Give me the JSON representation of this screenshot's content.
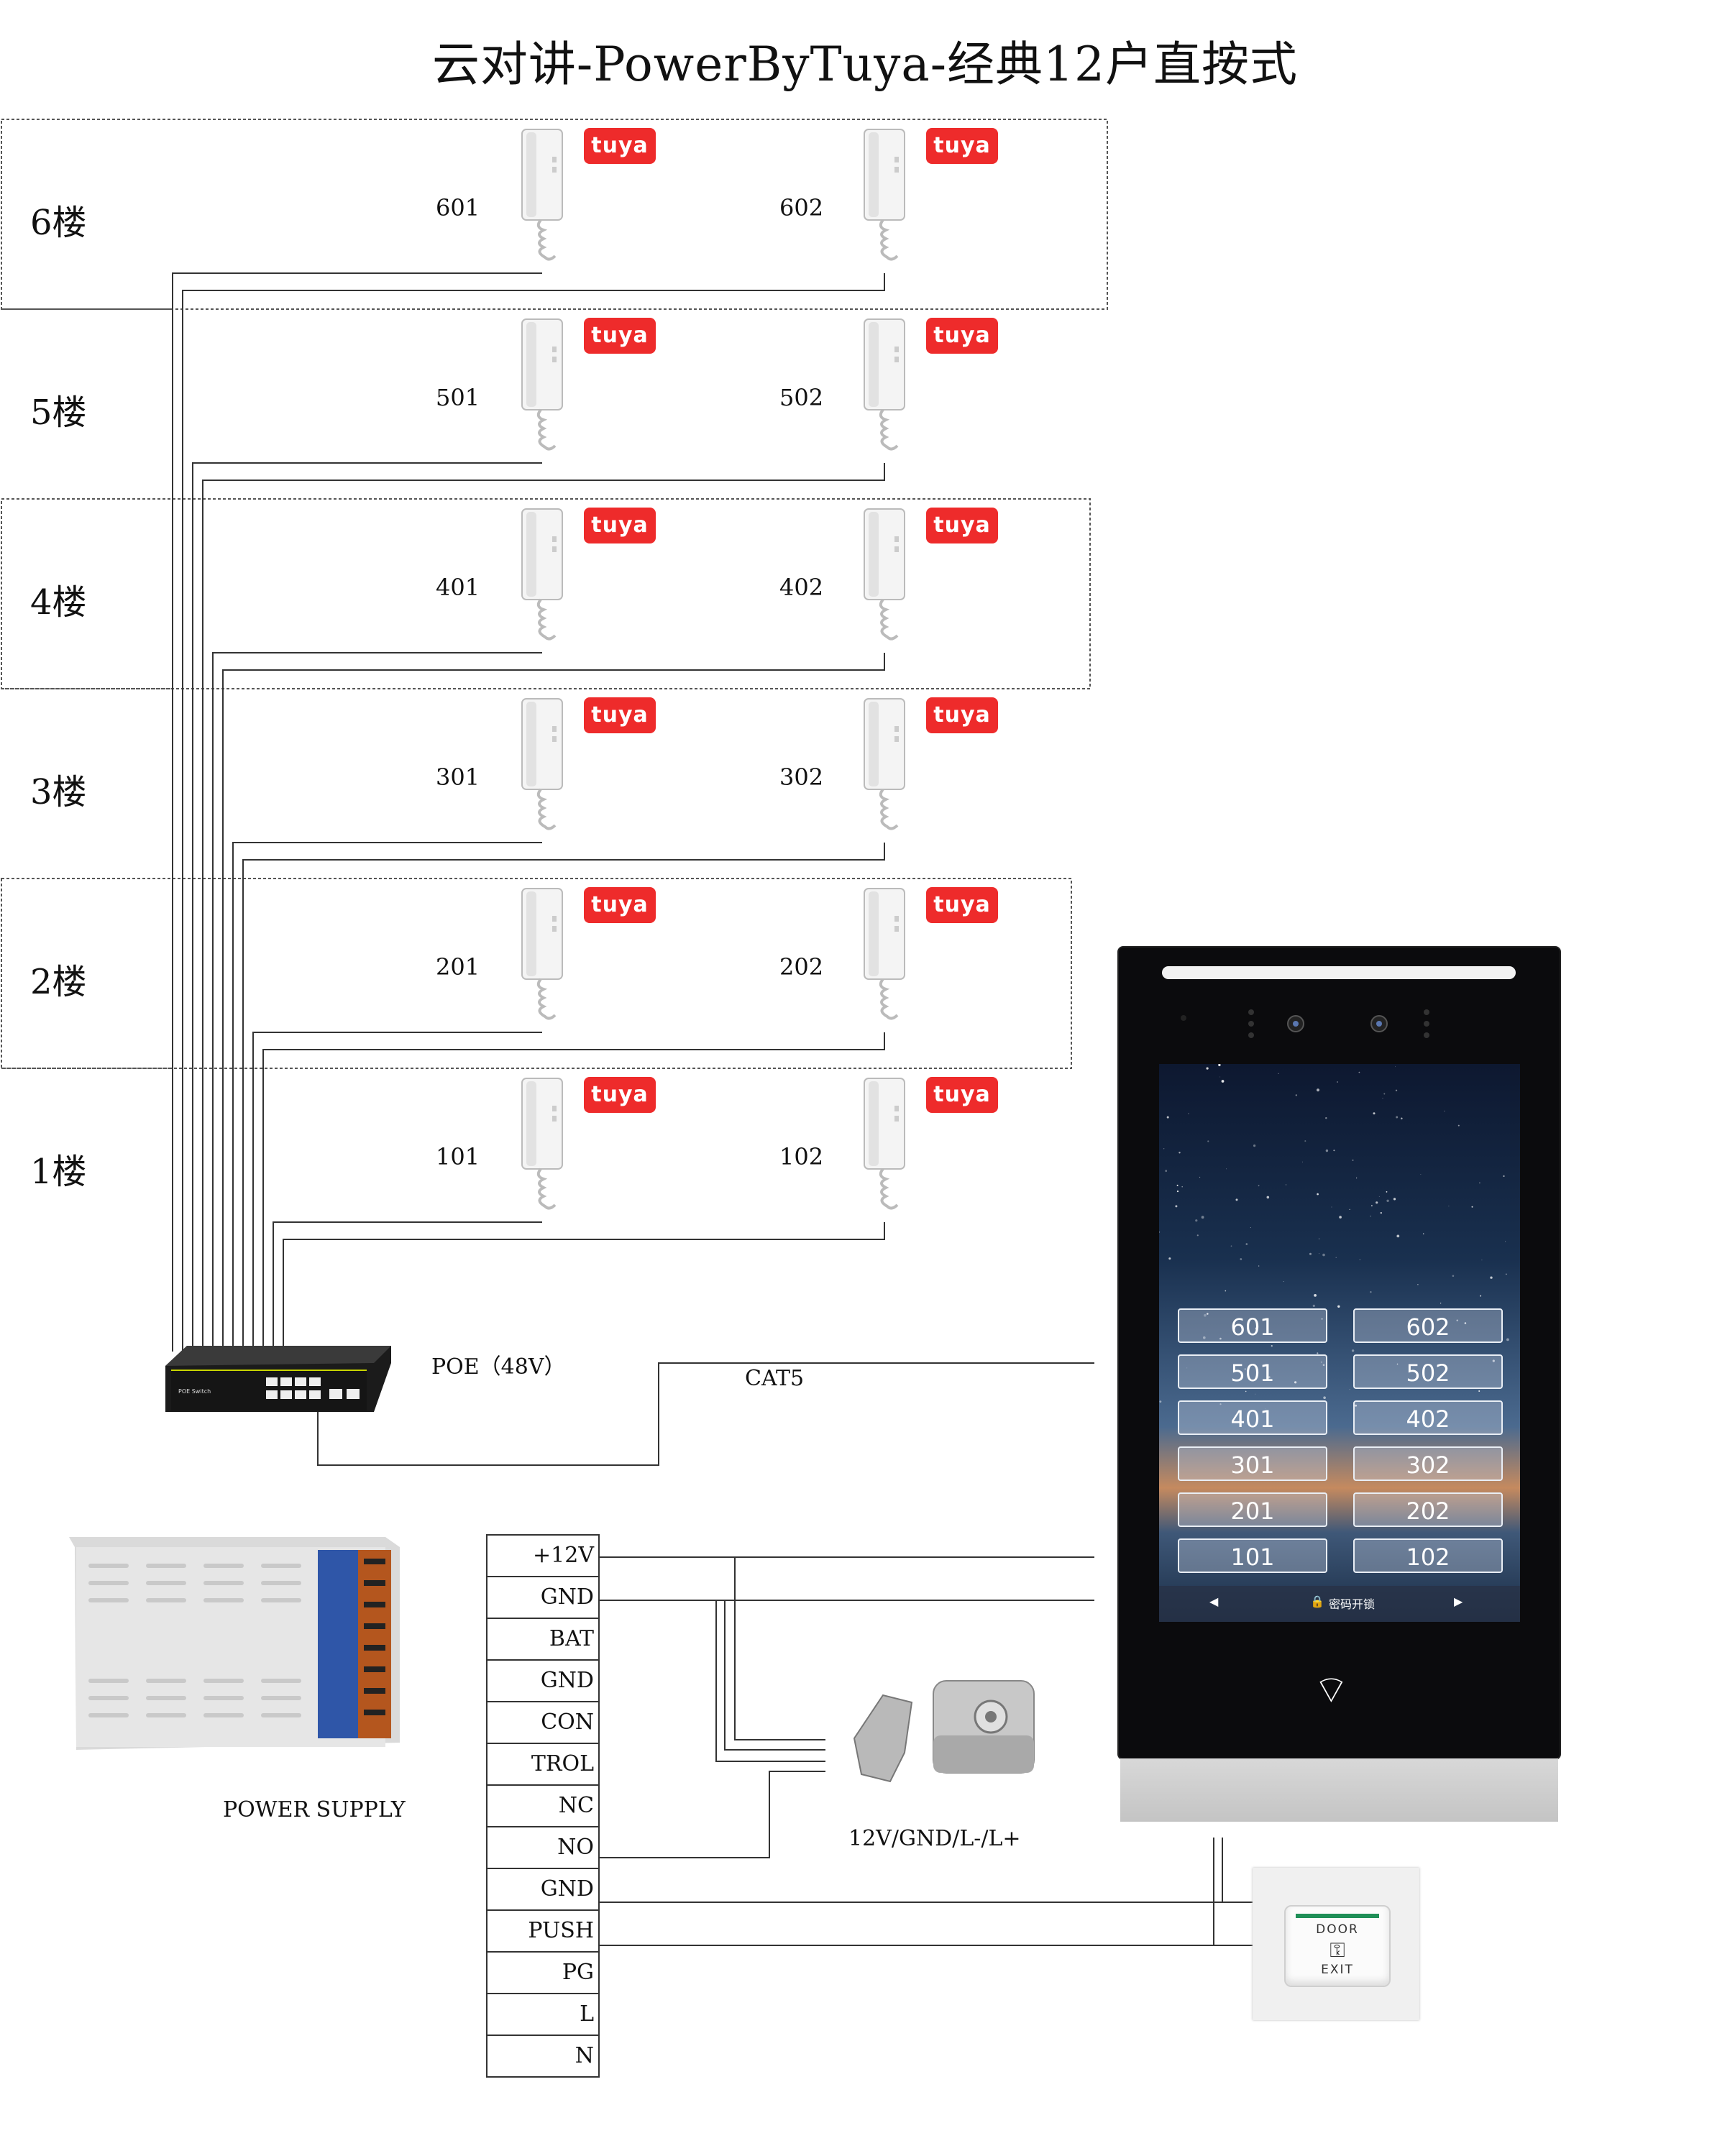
{
  "title": "云对讲-PowerByTuya-经典12户直按式",
  "floors": [
    {
      "label": "6楼",
      "units": [
        "601",
        "602"
      ]
    },
    {
      "label": "5楼",
      "units": [
        "501",
        "502"
      ]
    },
    {
      "label": "4楼",
      "units": [
        "401",
        "402"
      ]
    },
    {
      "label": "3楼",
      "units": [
        "301",
        "302"
      ]
    },
    {
      "label": "2楼",
      "units": [
        "201",
        "202"
      ]
    },
    {
      "label": "1楼",
      "units": [
        "101",
        "102"
      ]
    }
  ],
  "tuya_logo_text": "tuya",
  "poe_label": "POE（48V）",
  "cat5_label": "CAT5",
  "power_supply_label": "POWER SUPPLY",
  "lock_label": "12V/GND/L-/L+",
  "terminals": [
    "+12V",
    "GND",
    "BAT",
    "GND",
    "CON",
    "TROL",
    "NC",
    "NO",
    "GND",
    "PUSH",
    "PG",
    "L",
    "N"
  ],
  "panel": {
    "keys_left": [
      "601",
      "501",
      "401",
      "301",
      "201",
      "101"
    ],
    "keys_right": [
      "602",
      "502",
      "402",
      "302",
      "202",
      "102"
    ],
    "nav_prev": "◀",
    "nav_unlock": "密码开锁",
    "nav_next": "▶"
  },
  "exit_button": {
    "top": "DOOR",
    "bottom": "EXIT"
  },
  "colors": {
    "tuya_red": "#ee2b2b",
    "line": "#333333",
    "panel_body": "#0b0b0d",
    "exit_green": "#1f8f57"
  }
}
